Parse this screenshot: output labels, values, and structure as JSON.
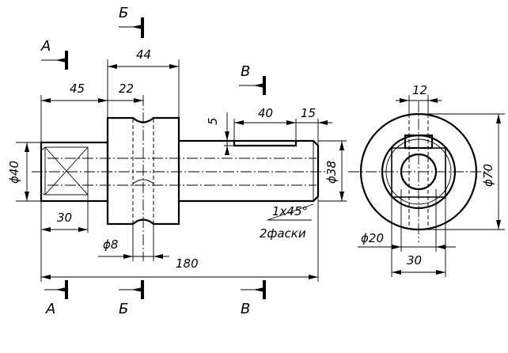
{
  "section_marks": {
    "a": "А",
    "b": "Б",
    "v": "В"
  },
  "dimensions": {
    "total_length": "180",
    "flange_length": "44",
    "left_segment": "45",
    "groove_offset": "22",
    "square_length": "30",
    "keyway_length": "40",
    "keyway_offset": "15",
    "keyway_depth": "5",
    "dia_left": "ϕ40",
    "dia_right": "ϕ38",
    "hole_dia": "ϕ8",
    "chamfer": "1x45°",
    "chamfer_note": "2фаски",
    "end_width": "12",
    "end_dia_outer": "ϕ70",
    "end_dia_inner": "ϕ20",
    "end_square": "30"
  }
}
